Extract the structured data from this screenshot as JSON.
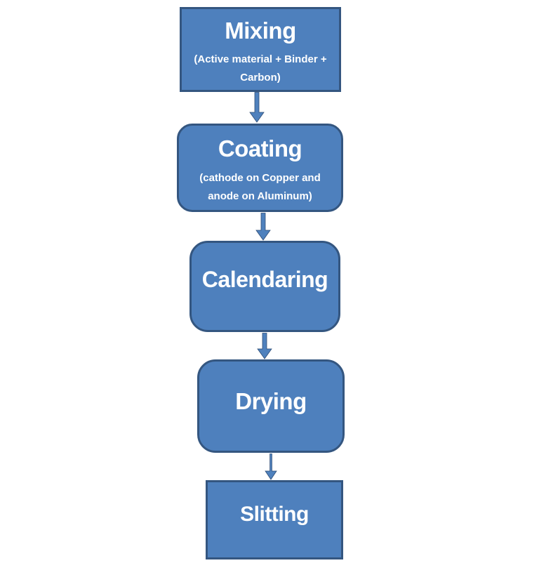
{
  "diagram": {
    "type": "flowchart",
    "direction": "top-down",
    "nodes": [
      {
        "id": "mixing",
        "title": "Mixing",
        "subtitle": "(Active material + Binder + Carbon)",
        "subtitle_lines": [
          "(Active material + Binder +",
          "Carbon)"
        ],
        "shape": "rectangle"
      },
      {
        "id": "coating",
        "title": "Coating",
        "subtitle": "(cathode on Copper and anode on Aluminum)",
        "subtitle_lines": [
          "(cathode on Copper and",
          "anode on Aluminum)"
        ],
        "shape": "rounded-rectangle"
      },
      {
        "id": "calendaring",
        "title": "Calendaring",
        "shape": "rounded-rectangle"
      },
      {
        "id": "drying",
        "title": "Drying",
        "shape": "rounded-rectangle"
      },
      {
        "id": "slitting",
        "title": "Slitting",
        "shape": "rectangle"
      }
    ],
    "edges": [
      {
        "from": "mixing",
        "to": "coating"
      },
      {
        "from": "coating",
        "to": "calendaring"
      },
      {
        "from": "calendaring",
        "to": "drying"
      },
      {
        "from": "drying",
        "to": "slitting"
      }
    ]
  },
  "colors": {
    "background": "#ffffff",
    "node_fill": "#4e80bd",
    "node_border": "#345680",
    "node_text": "#ffffff",
    "arrow_fill": "#4f81bd",
    "arrow_stroke": "#2f4e76"
  }
}
